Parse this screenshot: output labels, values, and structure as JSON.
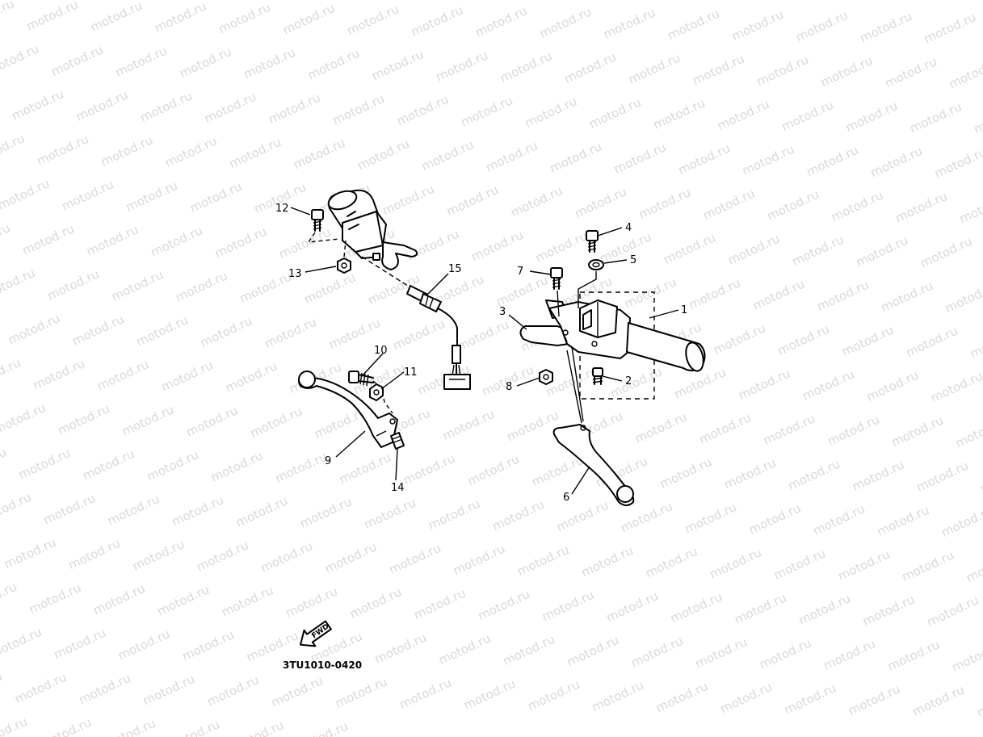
{
  "watermark": {
    "text": "motod.ru"
  },
  "callouts": {
    "p1": "1",
    "p2": "2",
    "p3": "3",
    "p4": "4",
    "p5": "5",
    "p6": "6",
    "p7": "7",
    "p8": "8",
    "p9": "9",
    "p10": "10",
    "p11": "11",
    "p12": "12",
    "p13": "13",
    "p14": "14",
    "p15": "15"
  },
  "direction_arrow": {
    "label": "FWD"
  },
  "diagram_code": "3TU1010-0420"
}
